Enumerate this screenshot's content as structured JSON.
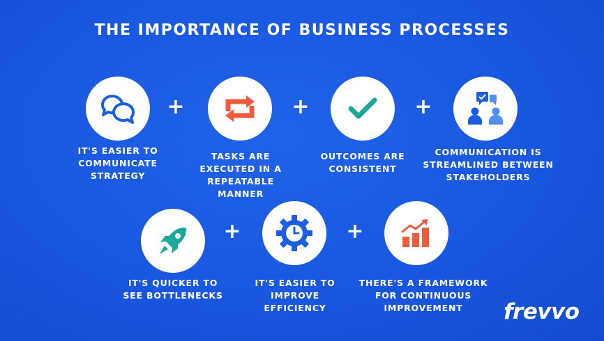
{
  "title": "THE IMPORTANCE OF BUSINESS PROCESSES",
  "plus": "+",
  "items": [
    {
      "label": "IT'S EASIER TO COMMUNICATE STRATEGY",
      "icon": "chat-bubbles-icon"
    },
    {
      "label": "TASKS ARE EXECUTED IN A REPEATABLE MANNER",
      "icon": "repeat-arrows-icon"
    },
    {
      "label": "OUTCOMES ARE CONSISTENT",
      "icon": "checkmark-icon"
    },
    {
      "label": "COMMUNICATION IS STREAMLINED BETWEEN STAKEHOLDERS",
      "icon": "stakeholders-icon"
    },
    {
      "label": "IT'S QUICKER TO SEE BOTTLENECKS",
      "icon": "rocket-icon"
    },
    {
      "label": "IT'S EASIER TO IMPROVE EFFICIENCY",
      "icon": "gear-clock-icon"
    },
    {
      "label": "THERE'S A FRAMEWORK FOR CONTINUOUS IMPROVEMENT",
      "icon": "growth-chart-icon"
    }
  ],
  "logo": "frevvo",
  "colors": {
    "background": "#1957df",
    "accent_blue": "#1b5fe0",
    "orange": "#f25a3c",
    "teal": "#1aa89a",
    "light_blue": "#4f8ff2"
  }
}
